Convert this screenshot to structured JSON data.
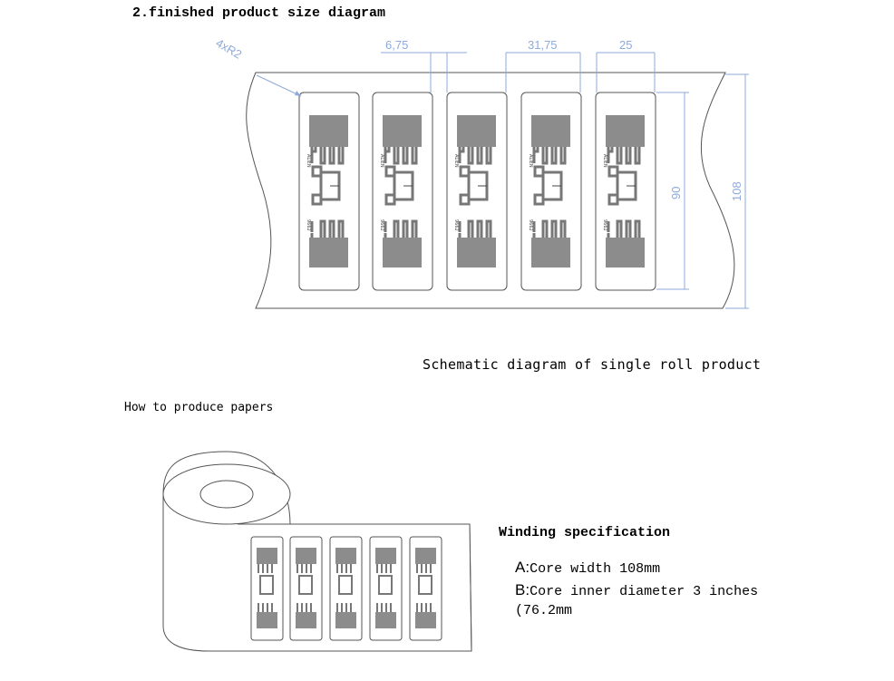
{
  "title": "2.finished product size diagram",
  "dimensions": {
    "radius": "4xR2",
    "gap": "6,75",
    "pitch": "31,75",
    "width": "25",
    "height": "90",
    "roll_width": "108"
  },
  "caption": "Schematic diagram of single roll product",
  "produce_label": "How to produce papers",
  "winding": {
    "title": "Winding specification",
    "a_key": "A:",
    "a_text": "Core width 108mm",
    "b_key": "B:",
    "b_text": "Core inner diameter 3 inches",
    "b_text_cont": "(76.2mm"
  },
  "colors": {
    "dimension": "#8ea9dc",
    "chip": "#8c8c8c",
    "outline": "#555555"
  },
  "icons": [
    "rfid-antenna-icon"
  ]
}
